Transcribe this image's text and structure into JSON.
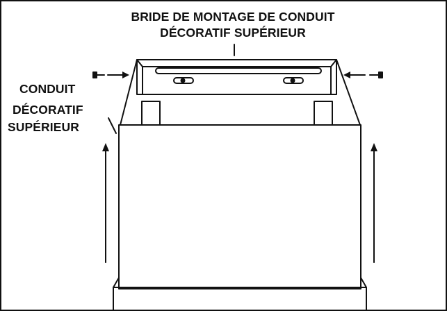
{
  "labels": {
    "flange_line1": "BRIDE DE MONTAGE DE CONDUIT",
    "flange_line2": "DÉCORATIF SUPÉRIEUR",
    "duct_line1": "CONDUIT",
    "duct_line2": "DÉCORATIF",
    "duct_line3": "SUPÉRIEUR"
  },
  "colors": {
    "line": "#111111",
    "background": "#ffffff"
  }
}
